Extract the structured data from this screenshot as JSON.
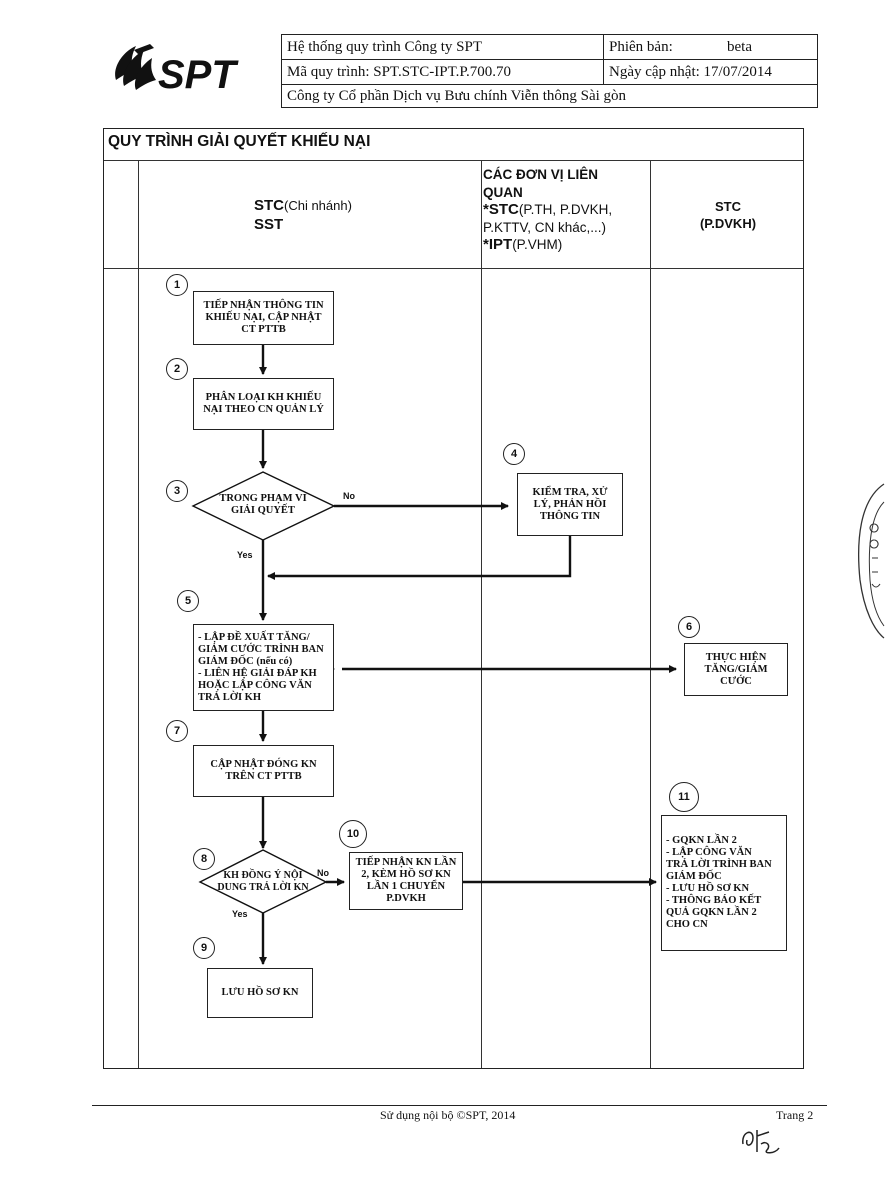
{
  "header": {
    "brand": "SPT",
    "system": "Hệ thống quy trình Công ty SPT",
    "version_label": "Phiên bản:",
    "version_value": "beta",
    "process_code": "Mã quy trình: SPT.STC-IPT.P.700.70",
    "updated": "Ngày cập nhật: 17/07/2014",
    "company": "Công ty Cổ phần Dịch vụ Bưu chính Viễn thông Sài gòn"
  },
  "process": {
    "title": "QUY TRÌNH GIẢI QUYẾT KHIẾU NẠI",
    "lanes": {
      "lane1_line1a": "STC",
      "lane1_line1b": "(Chi nhánh)",
      "lane1_line2": "SST",
      "lane2_line1": "CÁC ĐƠN VỊ LIÊN",
      "lane2_line2": "QUAN",
      "lane2_line3a": "*STC",
      "lane2_line3b": "(P.TH, P.DVKH,",
      "lane2_line4": "P.KTTV, CN khác,...)",
      "lane2_line5a": "*IPT",
      "lane2_line5b": "(P.VHM)",
      "lane3_line1": "STC",
      "lane3_line2": "(P.DVKH)"
    },
    "steps": [
      {
        "num": "1",
        "lines": [
          "TIẾP NHẬN THÔNG TIN",
          "KHIẾU NẠI, CẬP NHẬT",
          "CT PTTB"
        ]
      },
      {
        "num": "2",
        "lines": [
          "PHÂN LOẠI KH KHIẾU",
          "NẠI THEO CN QUẢN LÝ"
        ]
      },
      {
        "num": "3",
        "lines": [
          "TRONG PHẠM VI",
          "GIẢI QUYẾT"
        ]
      },
      {
        "num": "4",
        "lines": [
          "KIỂM TRA, XỬ",
          "LÝ, PHẢN HỒI",
          "THÔNG TIN"
        ]
      },
      {
        "num": "5",
        "lines": [
          "- LẬP ĐỀ XUẤT TĂNG/",
          "GIẢM CƯỚC TRÌNH BAN",
          "GIÁM ĐỐC (nếu có)",
          "- LIÊN HỆ GIẢI ĐÁP KH",
          "HOẶC LẬP CÔNG VĂN",
          "TRẢ LỜI KH"
        ]
      },
      {
        "num": "6",
        "lines": [
          "THỰC HIỆN",
          "TĂNG/GIẢM",
          "CƯỚC"
        ]
      },
      {
        "num": "7",
        "lines": [
          "CẬP NHẬT ĐÓNG KN",
          "TRÊN CT PTTB"
        ]
      },
      {
        "num": "8",
        "lines": [
          "KH ĐỒNG Ý NỘI",
          "DUNG TRẢ LỜI KN"
        ]
      },
      {
        "num": "9",
        "lines": [
          "LƯU HỒ SƠ KN"
        ]
      },
      {
        "num": "10",
        "lines": [
          "TIẾP NHẬN KN LẦN",
          "2, KÈM HỒ SƠ KN",
          "LẦN 1 CHUYỂN",
          "P.DVKH"
        ]
      },
      {
        "num": "11",
        "lines": [
          "- GQKN LẦN 2",
          "- LẬP CÔNG VĂN",
          "TRẢ LỜI TRÌNH BAN",
          "GIÁM ĐỐC",
          "- LƯU HỒ SƠ KN",
          "- THÔNG BÁO KẾT",
          "QUẢ GQKN LẦN 2",
          "CHO CN"
        ]
      }
    ],
    "labels": {
      "no": "No",
      "yes": "Yes"
    }
  },
  "footer": {
    "text": "Sử dụng nội bộ ©SPT, 2014",
    "page": "Trang 2"
  }
}
